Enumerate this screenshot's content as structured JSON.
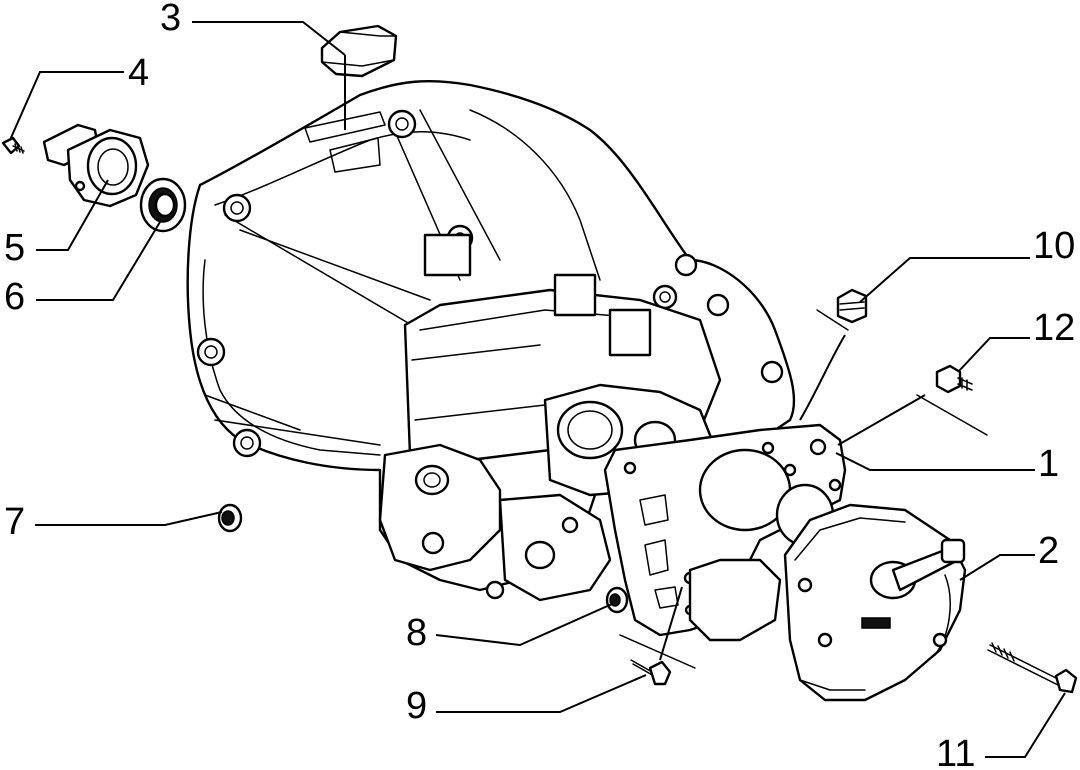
{
  "callouts": [
    {
      "id": "1",
      "text": "1"
    },
    {
      "id": "2",
      "text": "2"
    },
    {
      "id": "3",
      "text": "3"
    },
    {
      "id": "4",
      "text": "4"
    },
    {
      "id": "5",
      "text": "5"
    },
    {
      "id": "6",
      "text": "6"
    },
    {
      "id": "7",
      "text": "7"
    },
    {
      "id": "8",
      "text": "8"
    },
    {
      "id": "9",
      "text": "9"
    },
    {
      "id": "10",
      "text": "10"
    },
    {
      "id": "11",
      "text": "11"
    },
    {
      "id": "12",
      "text": "12"
    }
  ],
  "colors": {
    "ink": "#000000",
    "paper": "#ffffff"
  }
}
